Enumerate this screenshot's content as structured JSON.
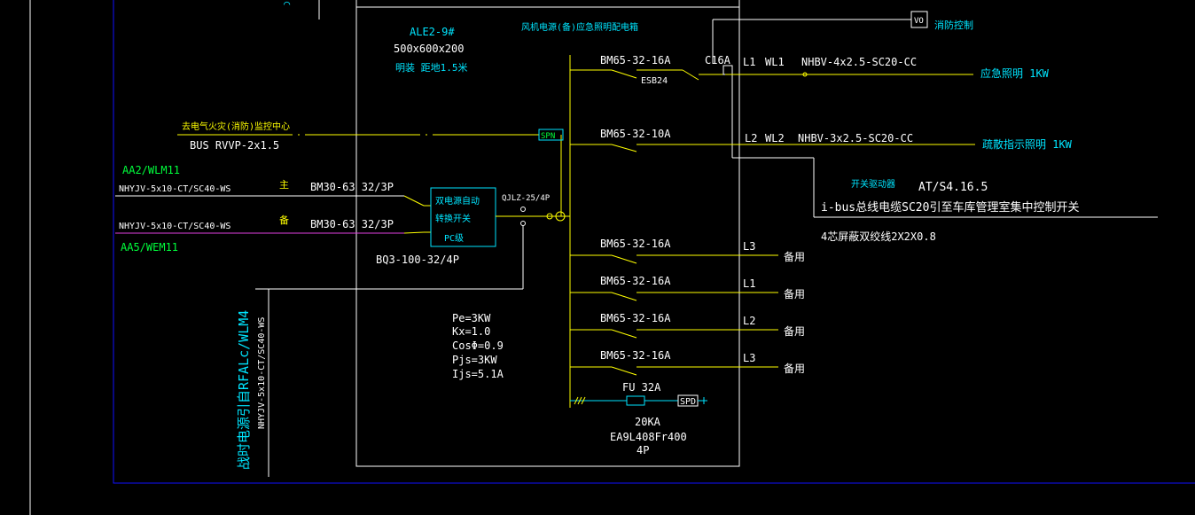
{
  "panel": {
    "name": "ALE2-9#",
    "size": "500x600x200",
    "mount": "明装 距地1.5米",
    "title": "风机电源(备)应急照明配电箱",
    "calc": {
      "pe": "Pe=3KW",
      "kx": "Kx=1.0",
      "cos": "CosΦ=0.9",
      "pjs": "Pjs=3KW",
      "ijs": "Ijs=5.1A"
    }
  },
  "fire_control": {
    "box": "VO",
    "label": "消防控制"
  },
  "bus": {
    "note": "去电气火灾(消防)监控中心",
    "cable": "BUS RVVP-2x1.5",
    "spn": "SPN"
  },
  "incoming": {
    "main": {
      "circuit": "AA2/WLM11",
      "cable": "NHYJV-5x10-CT/SC40-WS",
      "tag": "主",
      "breaker": "BM30-63 32/3P"
    },
    "standby": {
      "circuit": "AA5/WEM11",
      "cable": "NHYJV-5x10-CT/SC40-WS",
      "tag": "备",
      "breaker": "BM30-63 32/3P"
    },
    "ats": {
      "line1": "双电源自动",
      "line2": "转换开关",
      "line3": "PC级",
      "model": "BQ3-100-32/4P",
      "isolator": "QJLZ-25/4P"
    },
    "temp": {
      "label": "战时电源引自RFALc/WLM4",
      "cable": "NHYJV-5x10-CT/SC40-WS"
    }
  },
  "outgoing": [
    {
      "breaker": "BM65-32-16A",
      "phase": "L1",
      "circuit": "WL1",
      "cable": "NHBV-4x2.5-SC20-CC",
      "load": "应急照明 1KW",
      "relay": "C16A",
      "relay_note": "ESB24"
    },
    {
      "breaker": "BM65-32-10A",
      "phase": "L2",
      "circuit": "WL2",
      "cable": "NHBV-3x2.5-SC20-CC",
      "load": "疏散指示照明 1KW"
    },
    {
      "breaker": "BM65-32-16A",
      "phase": "L3",
      "load": "备用"
    },
    {
      "breaker": "BM65-32-16A",
      "phase": "L1",
      "load": "备用"
    },
    {
      "breaker": "BM65-32-16A",
      "phase": "L2",
      "load": "备用"
    },
    {
      "breaker": "BM65-32-16A",
      "phase": "L3",
      "load": "备用"
    }
  ],
  "spd": {
    "fuse": "FU 32A",
    "label": "SPD",
    "rating": "20KA",
    "model": "EA9L408Fr400",
    "poles": "4P"
  },
  "control": {
    "driver": "开关驱动器",
    "driver_model": "AT/S4.16.5",
    "bus_text": "i-bus总线电缆SC20引至车库管理室集中控制开关",
    "wire": "4芯屏蔽双绞线2X2X0.8"
  }
}
